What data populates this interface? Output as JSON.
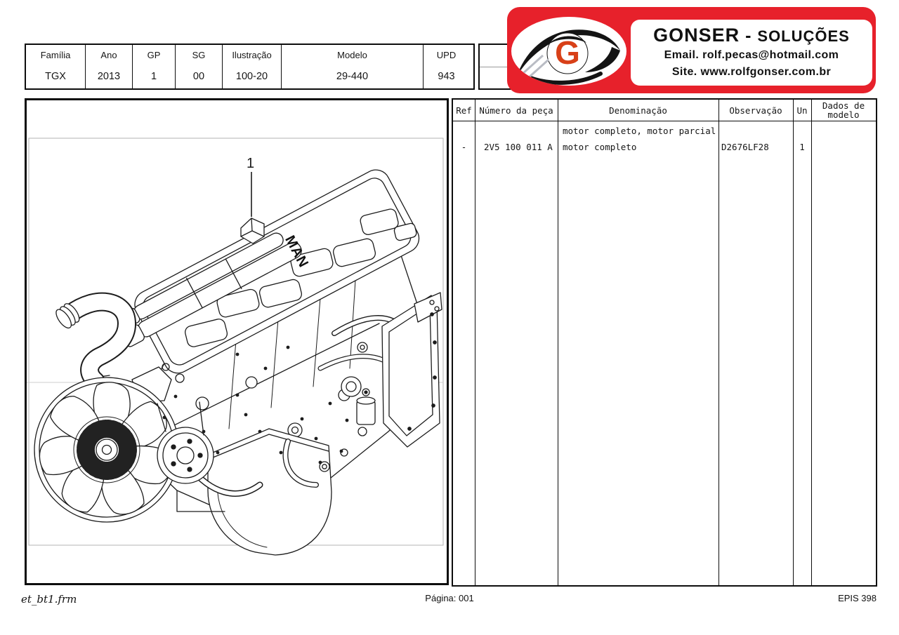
{
  "meta": {
    "headers": [
      "Família",
      "Ano",
      "GP",
      "SG",
      "Ilustração",
      "Modelo",
      "UPD"
    ],
    "values": [
      "TGX",
      "2013",
      "1",
      "00",
      "100-20",
      "29-440",
      "943"
    ]
  },
  "logo": {
    "brand": "GONSER",
    "dash": "-",
    "brand2": "SOLUÇÕES",
    "email_label": "Email.",
    "email": "rolf.pecas@hotmail.com",
    "site_label": "Site.",
    "site": "www.rolfgonser.com.br",
    "g_letter": "G",
    "colors": {
      "box_red": "#e7212b",
      "iris_orange": "#d84018"
    }
  },
  "illustration": {
    "callout_1": "1",
    "engine_brand": "MAN"
  },
  "parts": {
    "headers": {
      "ref": "Ref",
      "numero": "Número da peça",
      "denominacao": "Denominação",
      "observacao": "Observação",
      "un": "Un",
      "dados_l1": "Dados de",
      "dados_l2": "modelo"
    },
    "group_row": {
      "denominacao": "motor completo, motor parcial"
    },
    "rows": [
      {
        "ref": "-",
        "numero": "2V5 100 011 A",
        "denominacao": "motor completo",
        "observacao": "D2676LF28",
        "un": "1",
        "dados": ""
      }
    ]
  },
  "footer": {
    "form": "et_bt1.frm",
    "page": "Página: 001",
    "system": "EPIS 398"
  }
}
